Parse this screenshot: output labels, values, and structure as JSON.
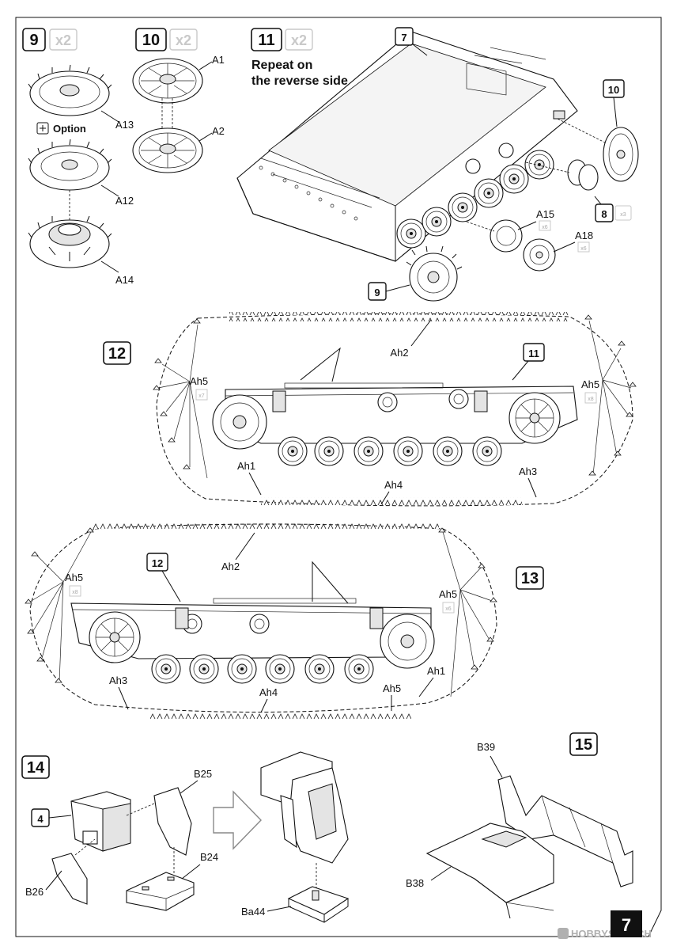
{
  "page": {
    "number": "7",
    "watermark": "HOBBYSEARCH"
  },
  "steps": {
    "s9": {
      "num": "9",
      "mult": "x2",
      "parts": {
        "a13": "A13",
        "a12": "A12",
        "a14": "A14"
      },
      "option": "Option"
    },
    "s10": {
      "num": "10",
      "mult": "x2",
      "parts": {
        "a1": "A1",
        "a2": "A2"
      }
    },
    "s11": {
      "num": "11",
      "mult": "x2",
      "note_line1": "Repeat on",
      "note_line2": "the reverse side",
      "refs": {
        "r7": "7",
        "r10": "10",
        "r8": "8",
        "r8_mult": "x3",
        "r9": "9"
      },
      "parts": {
        "a15": "A15",
        "a15_qty": "x6",
        "a18": "A18",
        "a18_qty": "x6"
      }
    },
    "s12": {
      "num": "12",
      "ref": "11",
      "parts": {
        "ah2": "Ah2",
        "ah5_left": "Ah5",
        "ah5_left_qty": "x7",
        "ah5_right": "Ah5",
        "ah5_right_qty": "x8",
        "ah1": "Ah1",
        "ah4": "Ah4",
        "ah3": "Ah3"
      }
    },
    "s13": {
      "num": "13",
      "ref": "12",
      "parts": {
        "ah2": "Ah2",
        "ah5_left": "Ah5",
        "ah5_left_qty": "x8",
        "ah5_right": "Ah5",
        "ah5_right_qty": "x6",
        "ah3": "Ah3",
        "ah4": "Ah4",
        "ah5_bottom": "Ah5",
        "ah1": "Ah1"
      }
    },
    "s14": {
      "num": "14",
      "ref": "4",
      "parts": {
        "b25": "B25",
        "b24": "B24",
        "b26": "B26",
        "ba44": "Ba44"
      }
    },
    "s15": {
      "num": "15",
      "parts": {
        "b39": "B39",
        "b38": "B38"
      }
    }
  },
  "colors": {
    "frame": "#111111",
    "multiplier": "#c9c9c9",
    "page_badge": "#111111",
    "watermark": "#b0b0b0"
  }
}
